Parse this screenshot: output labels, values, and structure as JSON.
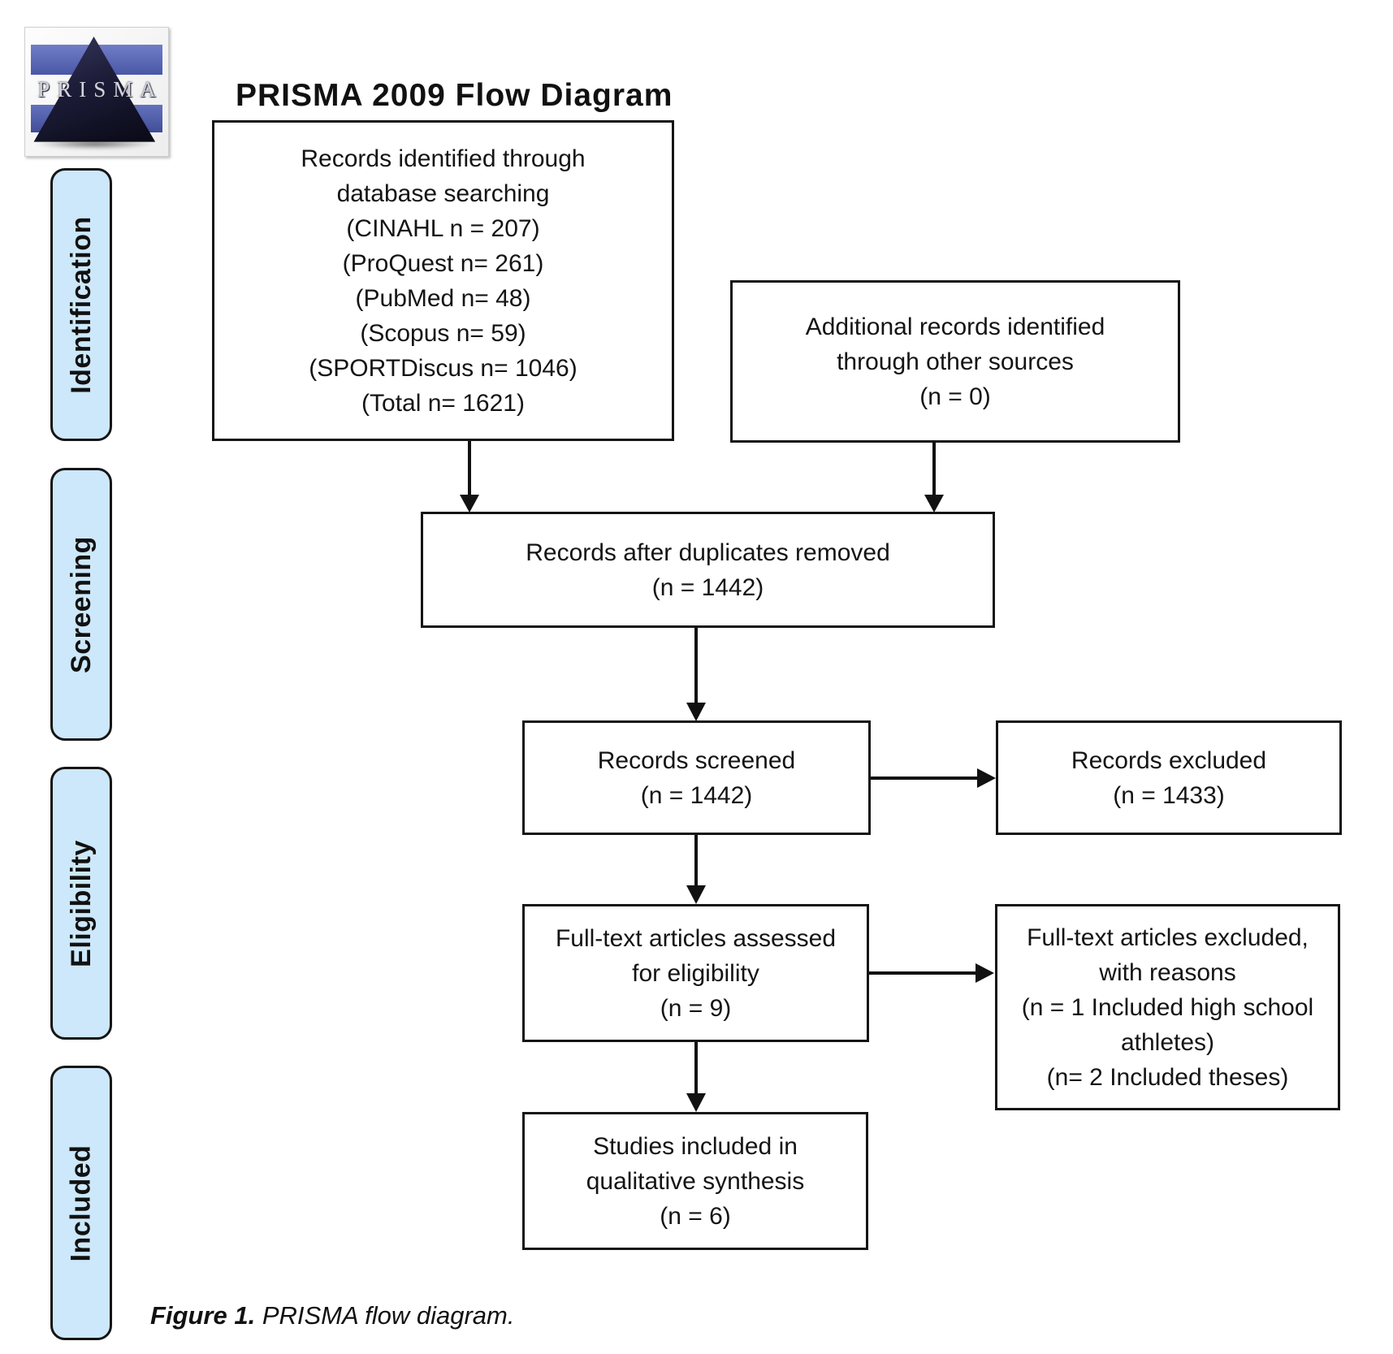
{
  "title": "PRISMA 2009 Flow Diagram",
  "logo": {
    "text": "PRISMA"
  },
  "sidebar": {
    "identification": "Identification",
    "screening": "Screening",
    "eligibility": "Eligibility",
    "included": "Included"
  },
  "boxes": {
    "records_identified": "Records identified through\ndatabase searching\n(CINAHL n = 207)\n(ProQuest n= 261)\n(PubMed n= 48)\n(Scopus n= 59)\n(SPORTDiscus n= 1046)\n(Total n= 1621)",
    "additional_records": "Additional records identified\nthrough other sources\n(n = 0)",
    "after_duplicates": "Records after duplicates removed\n(n = 1442)",
    "records_screened": "Records screened\n(n = 1442)",
    "records_excluded": "Records excluded\n(n = 1433)",
    "fulltext_assessed": "Full-text articles assessed\nfor eligibility\n(n = 9)",
    "fulltext_excluded": "Full-text articles excluded,\nwith reasons\n(n = 1 Included high school\nathletes)\n(n= 2 Included theses)",
    "studies_included": "Studies included in\nqualitative synthesis\n(n = 6)"
  },
  "caption": {
    "label": "Figure 1.",
    "text": " PRISMA flow diagram."
  },
  "colors": {
    "tab_fill": "#cce8fa",
    "line": "#111111",
    "logo_band_blue": "#5a68b8",
    "logo_triangle_dark": "#12122a"
  }
}
